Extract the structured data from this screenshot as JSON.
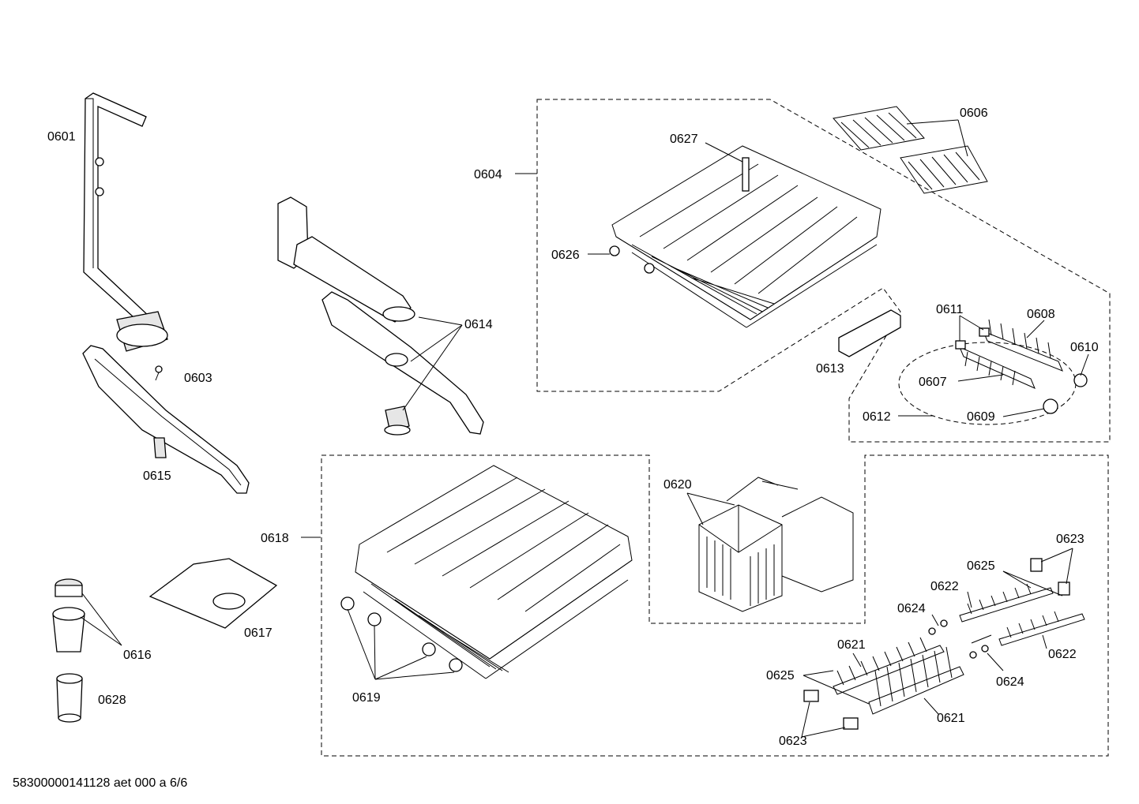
{
  "labels": {
    "p0601": "0601",
    "p0603": "0603",
    "p0604": "0604",
    "p0606": "0606",
    "p0607": "0607",
    "p0608": "0608",
    "p0609": "0609",
    "p0610": "0610",
    "p0611": "0611",
    "p0612": "0612",
    "p0613": "0613",
    "p0614": "0614",
    "p0615": "0615",
    "p0616": "0616",
    "p0617": "0617",
    "p0618": "0618",
    "p0619": "0619",
    "p0620": "0620",
    "p0621a": "0621",
    "p0621b": "0621",
    "p0622a": "0622",
    "p0622b": "0622",
    "p0623a": "0623",
    "p0623b": "0623",
    "p0624a": "0624",
    "p0624b": "0624",
    "p0625a": "0625",
    "p0625b": "0625",
    "p0626": "0626",
    "p0627": "0627",
    "p0628": "0628"
  },
  "footer": {
    "doc_code": "58300000141128 aet 000 a 6/6"
  }
}
